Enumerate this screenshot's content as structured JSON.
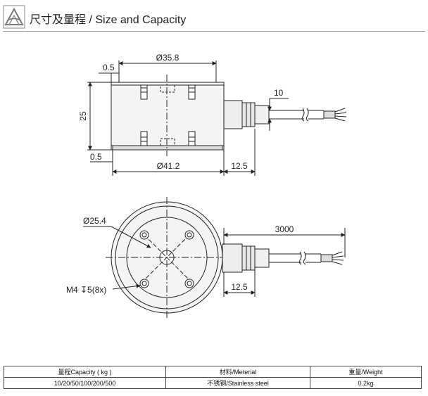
{
  "header": {
    "title": "尺寸及量程 / Size and Capacity",
    "logo_icon": "scale-logo-icon"
  },
  "dimensions": {
    "top_diameter": "Ø35.8",
    "shoulder_top": "0.5",
    "height": "25",
    "cable_diameter": "10",
    "shoulder_bottom": "0.5",
    "bottom_diameter": "Ø41.2",
    "gland_length": "12.5",
    "inner_diameter": "Ø25.4",
    "cable_length": "3000",
    "thread_spec": "M4 ↧5(8x)",
    "gland_length_plan": "12.5"
  },
  "spec_table": {
    "headers": [
      "量程Capacity ( kg )",
      "材料/Meterial",
      "重量/Weight"
    ],
    "row": [
      "10/20/50/100/200/500",
      "不锈钢/Stainless steel",
      "0.2kg"
    ]
  }
}
